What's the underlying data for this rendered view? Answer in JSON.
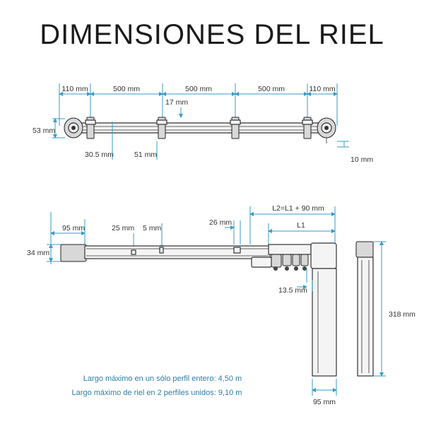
{
  "title": "DIMENSIONES DEL RIEL",
  "top_view": {
    "d_110_left": "110 mm",
    "d_500_1": "500 mm",
    "d_500_2": "500 mm",
    "d_500_3": "500 mm",
    "d_110_right": "110 mm",
    "d_17": "17 mm",
    "d_53": "53 mm",
    "d_30_5": "30.5 mm",
    "d_51": "51 mm",
    "d_10": "10 mm"
  },
  "bottom_view": {
    "d_95_left": "95 mm",
    "d_25": "25 mm",
    "d_5": "5 mm",
    "d_26": "26 mm",
    "d_l2": "L2=L1 + 90 mm",
    "d_l1": "L1",
    "d_34": "34 mm",
    "d_13_5": "13.5 mm",
    "d_318": "318 mm",
    "d_95_bottom": "95 mm"
  },
  "notes": {
    "line1": "Largo máximo en un sólo perfil entero: 4,50 m",
    "line2": "Largo máximo de riel en 2 perfiles unidos: 9,10 m"
  },
  "colors": {
    "dimension_line": "#3a9bc4",
    "note_text": "#2e7fa8"
  }
}
